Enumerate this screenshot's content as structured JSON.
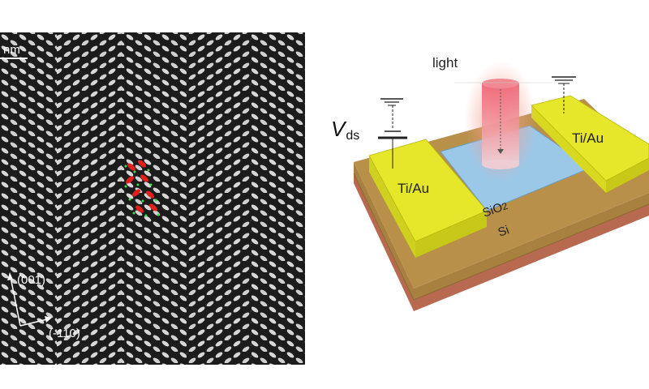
{
  "tem_panel": {
    "scale_bar_label": "nm",
    "axis_up_label": "(001)",
    "axis_right_label": "(-110)",
    "overlay_colors": {
      "red_atom": "#e0201c",
      "green_atom": "#3ee04a"
    }
  },
  "device_panel": {
    "light_label": "light",
    "voltage_label_main": "V",
    "voltage_label_sub": "ds",
    "left_contact_label": "Ti/Au",
    "right_contact_label": "Ti/Au",
    "oxide_label_main": "SiO",
    "oxide_label_sub": "2",
    "substrate_label": "Si",
    "colors": {
      "contact": "#e6e62a",
      "channel": "#9cc8e8",
      "oxide": "#b8904a",
      "substrate": "#b86a50",
      "light": "#f07080"
    }
  }
}
